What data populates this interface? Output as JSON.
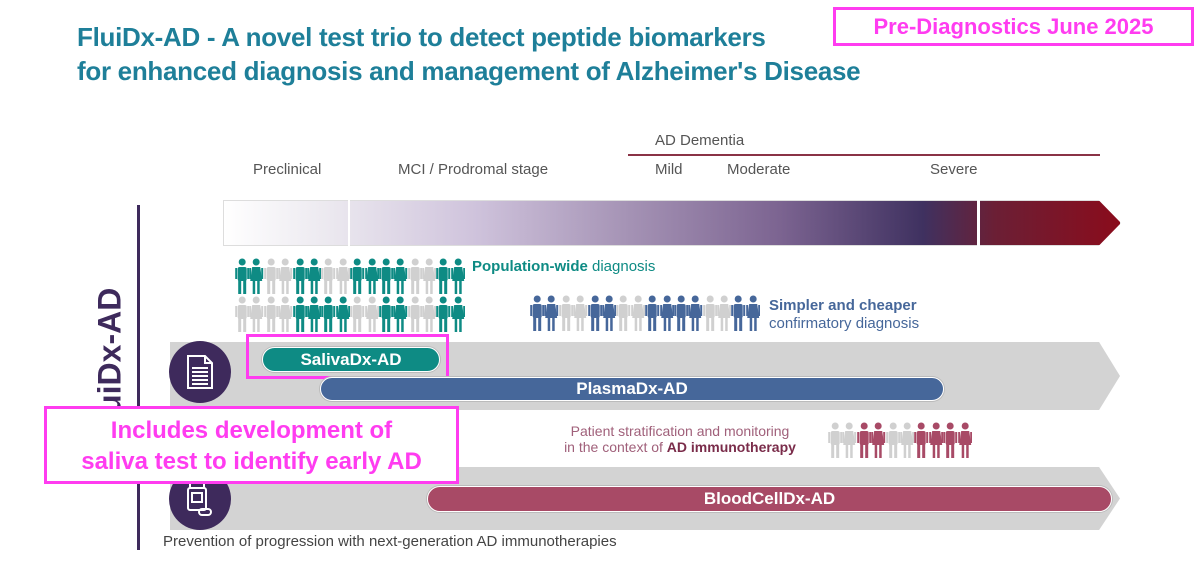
{
  "title": {
    "line1": "FluiDx-AD - A novel test trio to detect peptide biomarkers",
    "line2": "for  enhanced diagnosis and management of Alzheimer's Disease"
  },
  "badge": "Pre-Diagnostics June 2025",
  "vertical_label": "FluiDx-AD",
  "stages": {
    "ad_dementia": "AD Dementia",
    "preclinical": "Preclinical",
    "mci": "MCI / Prodromal stage",
    "mild": "Mild",
    "moderate": "Moderate",
    "severe": "Severe"
  },
  "captions": {
    "population_bold": "Population-wide",
    "population_rest": " diagnosis",
    "simpler_line1": "Simpler and cheaper",
    "simpler_line2": "confirmatory diagnosis",
    "strat_line1": "Patient stratification and monitoring",
    "strat_line2_pre": "in the context of ",
    "strat_line2_bold": "AD immunotherapy",
    "prevention": "Prevention of progression with next-generation AD immunotherapies"
  },
  "tests": {
    "saliva": "SalivaDx-AD",
    "plasma": "PlasmaDx-AD",
    "bloodcell": "BloodCellDx-AD"
  },
  "annotation": {
    "line1": "Includes development of",
    "line2": "saliva test to identify early AD"
  },
  "colors": {
    "title": "#1e7f99",
    "teal": "#0e8b84",
    "blue": "#46679a",
    "wine": "#a84a66",
    "gray_person": "#d0d0d0",
    "highlight": "#ff3cf0",
    "icon_circle": "#3e2a5c"
  }
}
